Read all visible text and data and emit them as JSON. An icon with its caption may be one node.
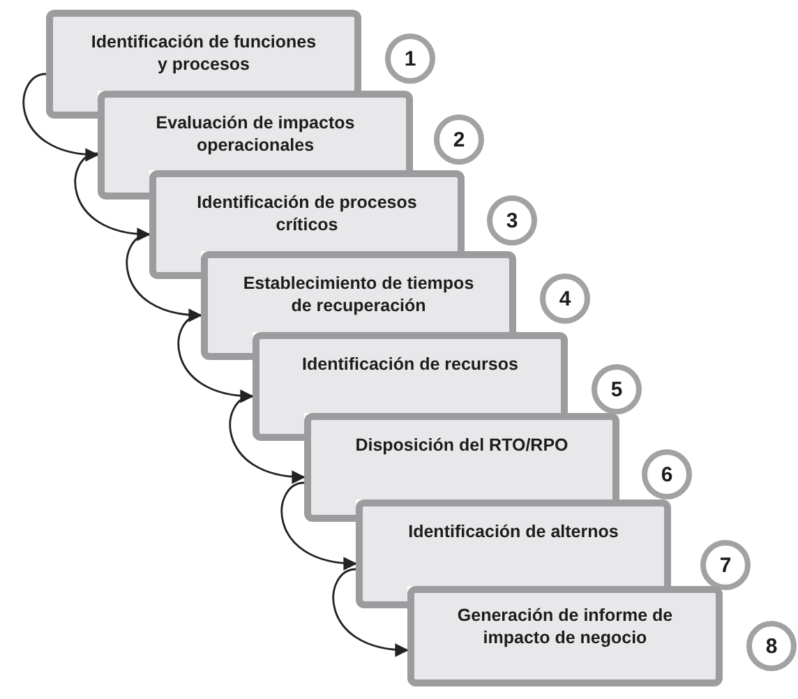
{
  "diagram": {
    "nodes": [
      {
        "text": [
          "Identificación de funciones y procesos"
        ]
      },
      {
        "text": [
          "1"
        ]
      },
      {
        "text": [
          "Evaluación de impactos operacionales"
        ]
      },
      {
        "text": [
          "2"
        ]
      },
      {
        "text": [
          "Identificación de procesos críticos"
        ]
      },
      {
        "text": [
          "3"
        ]
      },
      {
        "text": [
          "Establecimiento de tiempos de recuperación"
        ]
      },
      {
        "text": [
          "4"
        ]
      },
      {
        "text": [
          "Identificación de recursos"
        ]
      },
      {
        "text": [
          "5"
        ]
      },
      {
        "text": [
          "Disposición del RTO/RPO"
        ]
      },
      {
        "text": [
          "6"
        ]
      },
      {
        "text": [
          "Identificación de alternos"
        ]
      },
      {
        "text": [
          "7"
        ]
      },
      {
        "text": [
          "Generación de informe de impacto de negocio"
        ]
      },
      {
        "text": [
          "8"
        ]
      }
    ],
    "edges": [
      {
        "from": 0,
        "to": 2,
        "arrow": "to"
      },
      {
        "from": 2,
        "to": 4,
        "arrow": "to"
      },
      {
        "from": 4,
        "to": 6,
        "arrow": "to"
      },
      {
        "from": 6,
        "to": 8,
        "arrow": "to"
      },
      {
        "from": 8,
        "to": 10,
        "arrow": "to"
      },
      {
        "from": 10,
        "to": 12,
        "arrow": "to"
      },
      {
        "from": 12,
        "to": 14,
        "arrow": "to"
      }
    ]
  }
}
